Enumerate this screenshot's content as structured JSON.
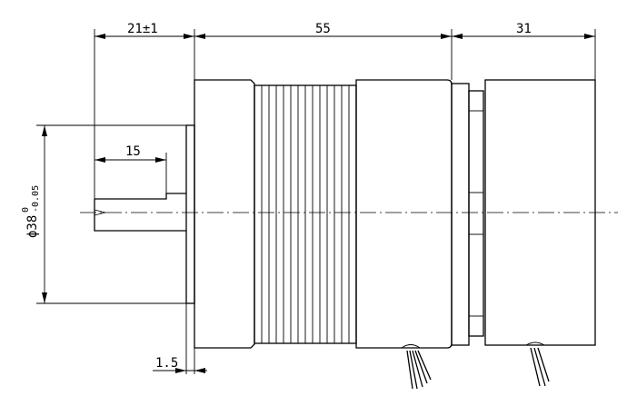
{
  "drawing": {
    "dimensions": {
      "shaft_extension": "21±1",
      "motor_body_length": "55",
      "rear_housing_length": "31",
      "shaft_key_length": "15",
      "flange_thickness": "1.5",
      "pilot_diameter_symbol": "ϕ38",
      "pilot_diameter_upper": "0",
      "pilot_diameter_lower": "-0.05"
    }
  }
}
